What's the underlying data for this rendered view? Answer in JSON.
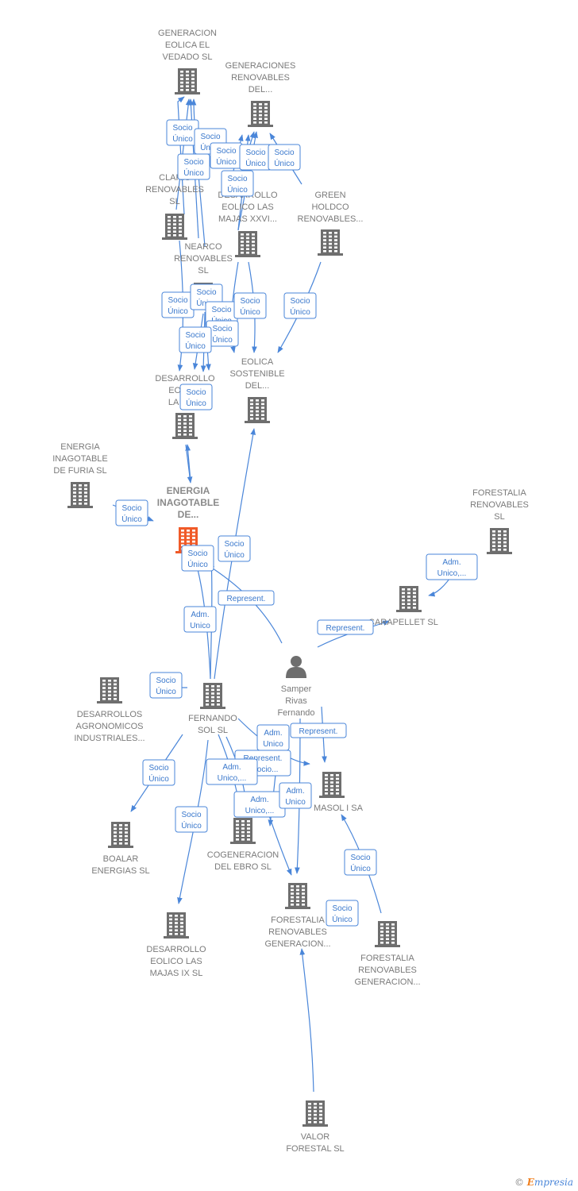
{
  "colors": {
    "edge": "#4a86d9",
    "building": "#6e6e6e",
    "focus": "#f05a28",
    "person": "#6e6e6e"
  },
  "nodes": [
    {
      "id": "gev",
      "icon": "building",
      "lines": [
        "GENERACION",
        "EOLICA EL",
        "VEDADO SL"
      ]
    },
    {
      "id": "grd",
      "icon": "building",
      "lines": [
        "GENERACIONES",
        "RENOVABLES",
        "DEL..."
      ]
    },
    {
      "id": "clar",
      "icon": "building",
      "lines": [
        "CLARIS",
        "RENOVABLES",
        "SL"
      ]
    },
    {
      "id": "delm",
      "icon": "building",
      "lines": [
        "DESARROLLO",
        "EOLICO LAS",
        "MAJAS XXVI..."
      ]
    },
    {
      "id": "green",
      "icon": "building",
      "lines": [
        "GREEN",
        "HOLDCO",
        "RENOVABLES..."
      ]
    },
    {
      "id": "nearco",
      "icon": "building",
      "lines": [
        "NEARCO",
        "RENOVABLES",
        "SL"
      ]
    },
    {
      "id": "eolsos",
      "icon": "building",
      "lines": [
        "EOLICA",
        "SOSTENIBLE",
        "DEL..."
      ]
    },
    {
      "id": "deslam",
      "icon": "building",
      "lines": [
        "DESARROLLO",
        "EOLICO",
        "LA MU..."
      ]
    },
    {
      "id": "furia",
      "icon": "building",
      "lines": [
        "ENERGIA",
        "INAGOTABLE",
        "DE FURIA  SL"
      ]
    },
    {
      "id": "focus",
      "icon": "building-focus",
      "lines": [
        "ENERGIA",
        "INAGOTABLE",
        "DE..."
      ]
    },
    {
      "id": "forsl",
      "icon": "building",
      "lines": [
        "FORESTALIA",
        "RENOVABLES",
        "SL"
      ]
    },
    {
      "id": "carap",
      "icon": "building",
      "lines": [
        "CARAPELLET  SL"
      ]
    },
    {
      "id": "samper",
      "icon": "person",
      "lines": [
        "Samper",
        "Rivas",
        "Fernando"
      ]
    },
    {
      "id": "dai",
      "icon": "building",
      "lines": [
        "DESARROLLOS",
        "AGRONOMICOS",
        "INDUSTRIALES..."
      ]
    },
    {
      "id": "fsol",
      "icon": "building",
      "lines": [
        "FERNANDO",
        "SOL SL"
      ]
    },
    {
      "id": "masol",
      "icon": "building",
      "lines": [
        "MASOL I SA"
      ]
    },
    {
      "id": "boalar",
      "icon": "building",
      "lines": [
        "BOALAR",
        "ENERGIAS  SL"
      ]
    },
    {
      "id": "cogen",
      "icon": "building",
      "lines": [
        "COGENERACION",
        "DEL EBRO  SL"
      ]
    },
    {
      "id": "frg1",
      "icon": "building",
      "lines": [
        "FORESTALIA",
        "RENOVABLES",
        "GENERACION..."
      ]
    },
    {
      "id": "frg2",
      "icon": "building",
      "lines": [
        "FORESTALIA",
        "RENOVABLES",
        "GENERACION..."
      ]
    },
    {
      "id": "delm9",
      "icon": "building",
      "lines": [
        "DESARROLLO",
        "EOLICO LAS",
        "MAJAS IX  SL"
      ]
    },
    {
      "id": "valor",
      "icon": "building",
      "lines": [
        "VALOR",
        "FORESTAL SL"
      ]
    }
  ],
  "badges": [
    {
      "lines": [
        "Socio",
        "Único"
      ]
    },
    {
      "lines": [
        "Socio",
        "Único"
      ]
    },
    {
      "lines": [
        "Socio",
        "Único"
      ]
    },
    {
      "lines": [
        "Socio",
        "Único"
      ]
    },
    {
      "lines": [
        "Socio",
        "Único"
      ]
    },
    {
      "lines": [
        "Socio",
        "Único"
      ]
    },
    {
      "lines": [
        "Socio",
        "Único"
      ]
    },
    {
      "lines": [
        "Socio",
        "Único"
      ]
    },
    {
      "lines": [
        "Socio",
        "Único"
      ]
    },
    {
      "lines": [
        "Socio",
        "Único"
      ]
    },
    {
      "lines": [
        "Socio",
        "Único"
      ]
    },
    {
      "lines": [
        "Socio",
        "Único"
      ]
    },
    {
      "lines": [
        "Socio",
        "Único"
      ]
    },
    {
      "lines": [
        "Socio",
        "Único"
      ]
    },
    {
      "lines": [
        "Socio",
        "Único"
      ]
    },
    {
      "lines": [
        "Socio",
        "Único"
      ]
    },
    {
      "lines": [
        "Socio",
        "Único"
      ]
    },
    {
      "lines": [
        "Adm.",
        "Unico,..."
      ]
    },
    {
      "lines": [
        "Represent."
      ]
    },
    {
      "lines": [
        "Adm.",
        "Unico"
      ]
    },
    {
      "lines": [
        "Represent."
      ]
    },
    {
      "lines": [
        "Socio",
        "Único"
      ]
    },
    {
      "lines": [
        "Adm.",
        "Unico"
      ]
    },
    {
      "lines": [
        "Represent."
      ]
    },
    {
      "lines": [
        "Represent.",
        ", Socio..."
      ]
    },
    {
      "lines": [
        "Adm.",
        "Unico,..."
      ]
    },
    {
      "lines": [
        "Adm.",
        "Unico,..."
      ]
    },
    {
      "lines": [
        "Adm.",
        "Unico"
      ]
    },
    {
      "lines": [
        "Socio",
        "Único"
      ]
    },
    {
      "lines": [
        "Socio",
        "Único"
      ]
    },
    {
      "lines": [
        "Socio",
        "Único"
      ]
    },
    {
      "lines": [
        "Socio",
        "Único"
      ]
    },
    {
      "lines": [
        "Socio",
        "Único"
      ]
    }
  ],
  "footer": {
    "copyright": "©",
    "brand_e": "E",
    "brand_rest": "mpresia"
  }
}
